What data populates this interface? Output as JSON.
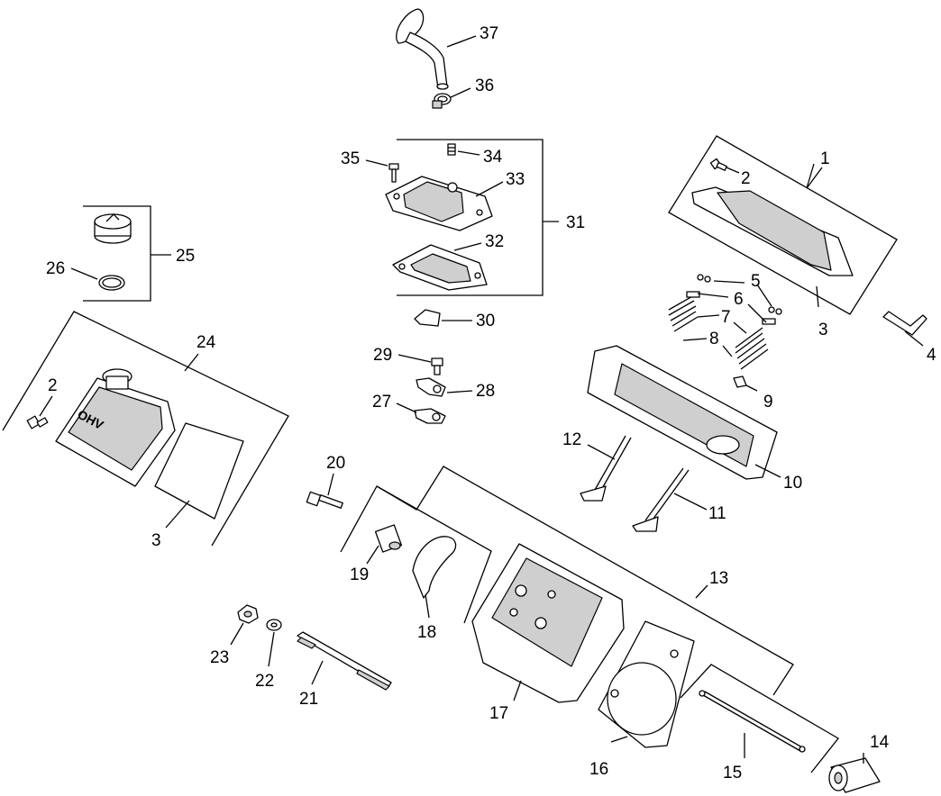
{
  "diagram": {
    "callouts": [
      "1",
      "2",
      "3",
      "4",
      "5",
      "6",
      "7",
      "8",
      "9",
      "10",
      "11",
      "12",
      "13",
      "14",
      "15",
      "16",
      "17",
      "18",
      "19",
      "20",
      "21",
      "22",
      "23",
      "24",
      "25",
      "26",
      "27",
      "28",
      "29",
      "30",
      "31",
      "32",
      "33",
      "34",
      "35",
      "36",
      "37"
    ],
    "logo_text": "OHV"
  }
}
